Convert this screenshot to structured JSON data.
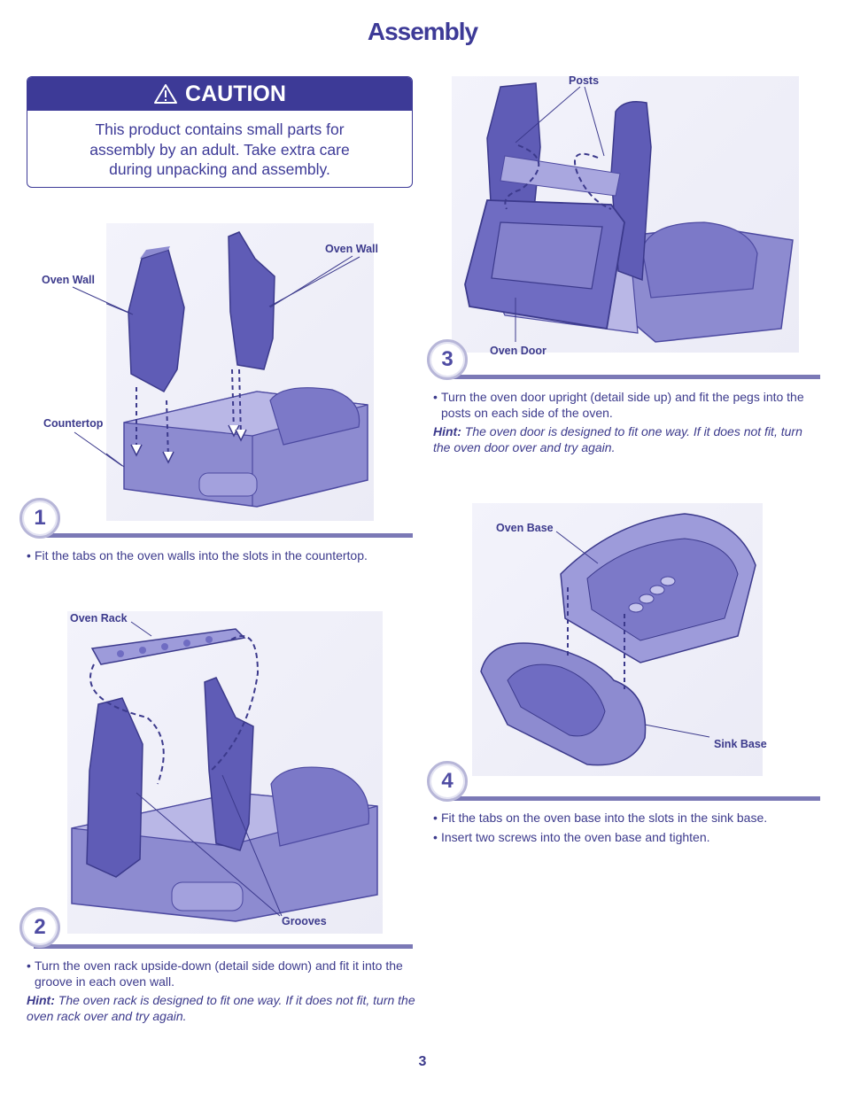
{
  "page": {
    "title": "Assembly",
    "page_number": "3"
  },
  "caution": {
    "heading": "CAUTION",
    "body_lines": [
      "This product contains small parts for",
      "assembly by an adult. Take extra care",
      "during unpacking and assembly."
    ]
  },
  "steps": {
    "s1": {
      "number": "1",
      "labels": {
        "oven_wall_left": "Oven Wall",
        "oven_wall_right": "Oven Wall",
        "countertop": "Countertop"
      },
      "bullets": [
        "Fit the tabs on the oven walls into the slots in the countertop."
      ]
    },
    "s2": {
      "number": "2",
      "labels": {
        "oven_rack": "Oven Rack",
        "grooves": "Grooves"
      },
      "bullets": [
        "Turn the oven rack upside-down (detail side down) and fit it into the groove in each oven wall."
      ],
      "hint_label": "Hint:",
      "hint_text": " The oven rack is designed to fit one way. If it does not fit, turn the oven rack over and try again."
    },
    "s3": {
      "number": "3",
      "labels": {
        "posts": "Posts",
        "oven_door": "Oven Door"
      },
      "bullets": [
        "Turn the oven door upright (detail side up) and fit the pegs into the posts on each side of the oven."
      ],
      "hint_label": "Hint:",
      "hint_text": " The oven door is designed to fit one way. If it does not fit, turn the oven door over and try again."
    },
    "s4": {
      "number": "4",
      "labels": {
        "oven_base": "Oven Base",
        "sink_base": "Sink Base"
      },
      "bullets": [
        "Fit the tabs on the oven base into the slots in the sink base.",
        "Insert two screws into the oven base and tighten."
      ]
    }
  },
  "colors": {
    "brand": "#3d3a97",
    "part": "#6f6cc2",
    "part_dark": "#4c49a0",
    "part_light": "#a9a7df"
  }
}
